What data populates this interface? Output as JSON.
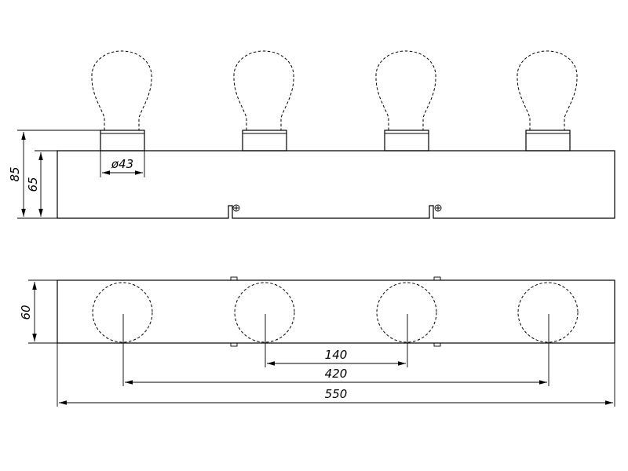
{
  "dimensions": {
    "total_height": "85",
    "body_height": "65",
    "socket_diameter": "ø43",
    "depth": "60",
    "spacing": "140",
    "outer_spacing": "420",
    "total_length": "550"
  }
}
